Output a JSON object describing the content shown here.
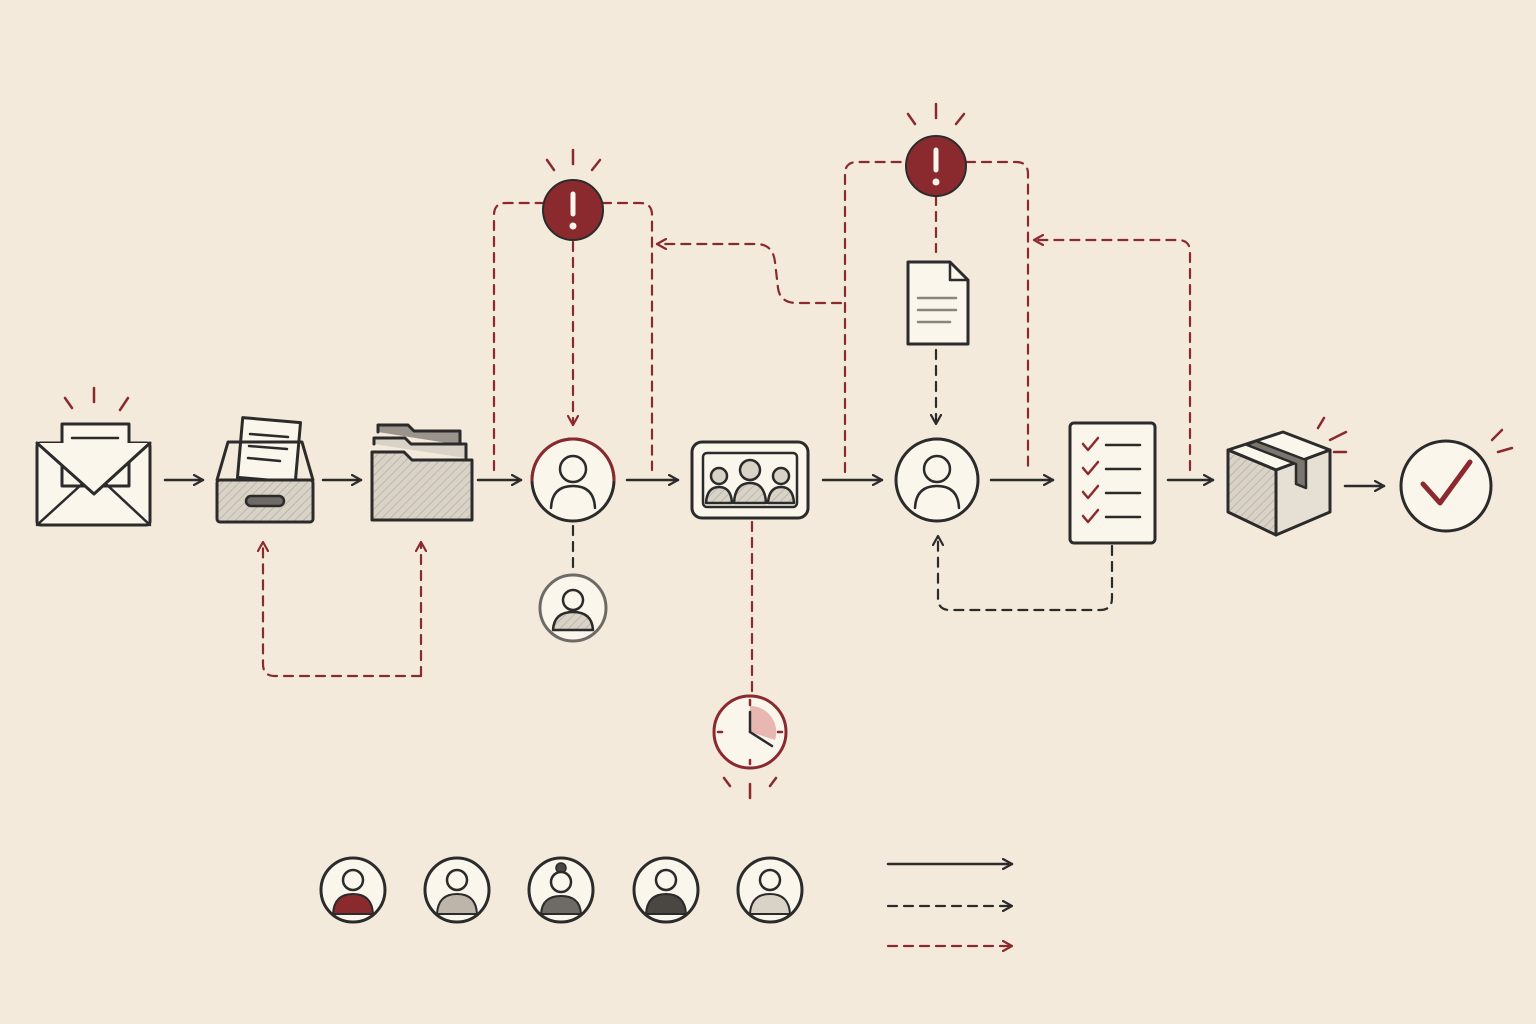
{
  "colors": {
    "background": "#f3eadb",
    "ink": "#2b2b2b",
    "accent_red": "#8b2a2e",
    "grey_fill": "#cfc8bd",
    "dark_grey": "#6e6a66",
    "paper": "#fbf6ec"
  },
  "nodes": [
    {
      "id": "envelope",
      "icon": "envelope-icon"
    },
    {
      "id": "inbox",
      "icon": "inbox-tray-icon"
    },
    {
      "id": "folder",
      "icon": "folder-icon"
    },
    {
      "id": "reviewer",
      "icon": "user-icon"
    },
    {
      "id": "meeting",
      "icon": "group-icon"
    },
    {
      "id": "approver",
      "icon": "user-icon"
    },
    {
      "id": "checklist",
      "icon": "checklist-icon"
    },
    {
      "id": "package",
      "icon": "box-icon"
    },
    {
      "id": "done",
      "icon": "checkmark-icon"
    }
  ],
  "auxiliary": [
    {
      "id": "alert-1",
      "icon": "exclamation-icon"
    },
    {
      "id": "alert-2",
      "icon": "exclamation-icon"
    },
    {
      "id": "document",
      "icon": "document-icon"
    },
    {
      "id": "backup-user",
      "icon": "user-icon"
    },
    {
      "id": "clock",
      "icon": "clock-icon"
    }
  ],
  "legend": {
    "people": [
      {
        "icon": "user-red-icon"
      },
      {
        "icon": "user-light-icon"
      },
      {
        "icon": "user-bun-icon"
      },
      {
        "icon": "user-dark-icon"
      },
      {
        "icon": "user-plain-icon"
      }
    ],
    "lines": [
      {
        "style": "solid",
        "color": "#2b2b2b"
      },
      {
        "style": "dashed",
        "color": "#2b2b2b"
      },
      {
        "style": "dashed",
        "color": "#8b2a2e"
      }
    ]
  }
}
